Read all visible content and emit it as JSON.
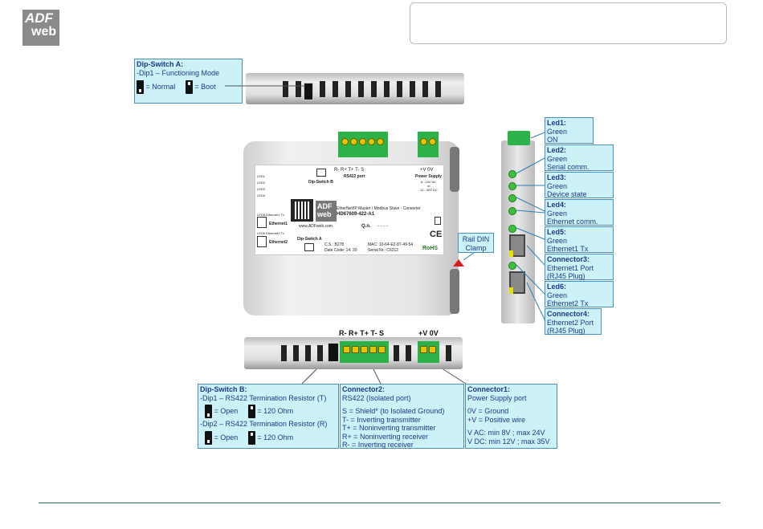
{
  "logo": {
    "line1": "ADF",
    "line2": "web"
  },
  "dipA": {
    "title": "Dip-Switch A:",
    "line1": "-Dip1 – Functioning Mode",
    "normal": "= Normal",
    "boot": "= Boot"
  },
  "dipB": {
    "title": "Dip-Switch B:",
    "dip1": "-Dip1 – RS422 Termination Resistor (T)",
    "dip2": "-Dip2 – RS422 Termination Resistor (R)",
    "open": "= Open",
    "ohm": "= 120 Ohm"
  },
  "conn2": {
    "title": "Connector2:",
    "sub": "RS422 (Isolated port)",
    "l1": "S = Shield* (to Isolated Ground)",
    "l2": "T- = Inverting transmitter",
    "l3": "T+ = Noninverting transmitter",
    "l4": "R+ = Noninverting receiver",
    "l5": "R- = Inverting receiver"
  },
  "conn1": {
    "title": "Connector1:",
    "sub": "Power Supply port",
    "l1": "0V = Ground",
    "l2": "+V = Positive wire",
    "l3": "V AC: min 8V ; max 24V",
    "l4": "V DC: min 12V ; max 35V"
  },
  "rail": {
    "line1": "Rail DIN",
    "line2": "Clamp"
  },
  "bottom_labels": {
    "rs": "R- R+ T+ T- S",
    "pwr": "+V 0V"
  },
  "side": [
    {
      "title": "Led1:",
      "l1": "Green",
      "l2": "ON"
    },
    {
      "title": "Led2:",
      "l1": "Green",
      "l2": "Serial comm."
    },
    {
      "title": "Led3:",
      "l1": "Green",
      "l2": "Device state"
    },
    {
      "title": "Led4:",
      "l1": "Green",
      "l2": "Ethernet comm."
    },
    {
      "title": "Led5:",
      "l1": "Green",
      "l2": "Ethernet1 Tx"
    },
    {
      "title": "Connector3:",
      "l1": "Ethernet1 Port",
      "l2": "(RJ45 Plug)"
    },
    {
      "title": "Led6:",
      "l1": "Green",
      "l2": "Ethernet2 Tx"
    },
    {
      "title": "Connector4:",
      "l1": "Ethernet2 Port",
      "l2": "(RJ45 Plug)"
    }
  ],
  "label": {
    "top_pins": "R- R+ T+ T- S",
    "rs422": "RS422 port",
    "pwr_pins": "+V  0V",
    "pwr_title": "Power Supply",
    "pwr_ac": "8...24V AC",
    "pwr_or": "or",
    "pwr_dc": "12...35V DC",
    "dipB": "Dip-Switch B",
    "led1": "LED1",
    "led2": "LED2",
    "led3": "LED3",
    "led4": "LED4",
    "led5": "LED5 Ethernet1 Tx",
    "led6": "LED6 Ethernet2 Tx",
    "eth1": "Ethernet1",
    "eth2": "Ethernet2",
    "brand": "ADF",
    "brand2": "web",
    "desc": "EtherNet/IP Master / Modbus Slave - Converter",
    "model": "HD67609-422-A1",
    "qn": "Q.n.",
    "qnval": "- - - -",
    "url": "www.ADFweb.com",
    "ce": "CE",
    "rohs": "RoHS",
    "dipA": "Dip-Switch A",
    "cs": "C.S.: B278",
    "date": "Date Code: 14, 20",
    "mac": "MAC: 10-64-E2-87-49-54",
    "serial": "Serial Nr.: C6212"
  }
}
